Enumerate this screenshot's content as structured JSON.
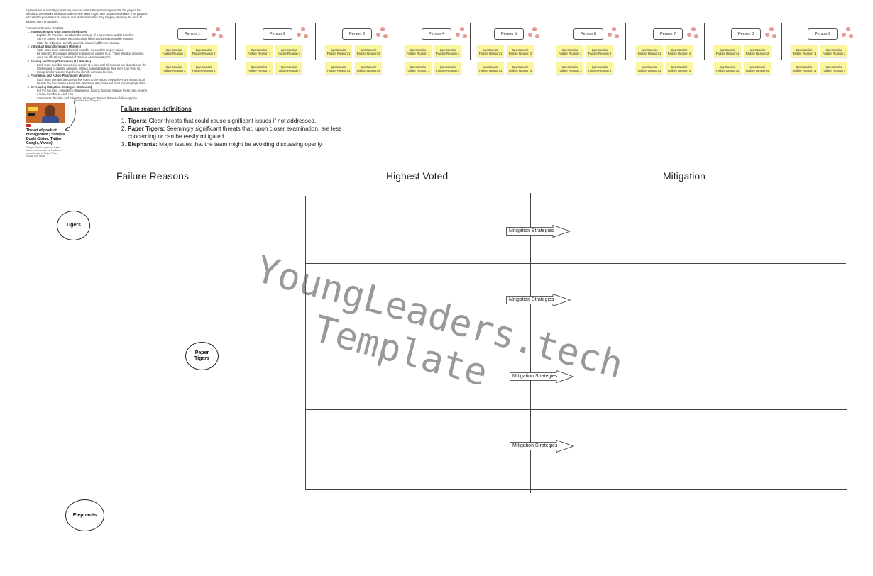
{
  "intro": {
    "paragraph": "A premortem is a strategic planning exercise where the team imagines that the project has failed and then works backward to determine what might have caused this failure. The purpose is to identify potential risks, issues, and obstacles before they happen, allowing the team to address them proactively.",
    "steps_title": "Premortem Session Template",
    "steps": [
      {
        "title": "Introduction and Goal Setting (5 Minutes)",
        "bullets": [
          "Explain the Premise: Introduce the concept of a premortem and its benefits.",
          "Set the Scene: Imagine the project has failed and identify possible reasons.",
          "State the Objective: Identify potential issues in different potential."
        ]
      },
      {
        "title": "Individual Brainstorming (5 Minutes)",
        "bullets": [
          "Task: Each team writes down all possible reasons for project failure.",
          "Be Specific: Encourage detailed and specific causes (e.g., \"Daily standup meetings were not effectively\" instead of \"Lack of communication\")."
        ]
      },
      {
        "title": "Sharing and Group Discussion (10 Minutes)",
        "bullets": [
          "Each team member shares one reason at a time until all reasons are shared. Use the Whiteboard to capture all points without pushing back on their merit Use Post Its. Group similar reasons together to identify common themes."
        ]
      },
      {
        "title": "Prioritizing and Action Planning (5 Minutes)",
        "bullets": [
          "Each team member allocates a few votes to the issues they believe are most critical.",
          "Identify the top-ranked issues and determine why these are most pressing/high risks."
        ]
      },
      {
        "title": "Developing Mitigation Strategies (5 Minutes)",
        "bullets": [
          "For the top risks, brainstorm strategies or actions that can mitigate these risks. Assign a team member to each risk.",
          "Summarize the risks and mitigation strategies. Ensure there's a follow-up plan."
        ]
      }
    ]
  },
  "persons": [
    {
      "name": "Person 1",
      "reasons": [
        "Spectacular Failure Reason 1",
        "Spectacular Failure Reason 2",
        "Spectacular Failure Reason 3",
        "Spectacular Failure Reason 4"
      ]
    },
    {
      "name": "Person 2",
      "reasons": [
        "Spectacular Failure Reason 1",
        "Spectacular Failure Reason 2",
        "Spectacular Failure Reason 3",
        "Spectacular Failure Reason 4"
      ]
    },
    {
      "name": "Person 3",
      "reasons": [
        "Spectacular Failure Reason 1",
        "Spectacular Failure Reason 2",
        "Spectacular Failure Reason 3",
        "Spectacular Failure Reason 4"
      ]
    },
    {
      "name": "Person 4",
      "reasons": [
        "Spectacular Failure Reason 1",
        "Spectacular Failure Reason 2",
        "Spectacular Failure Reason 3",
        "Spectacular Failure Reason 4"
      ]
    },
    {
      "name": "Person 5",
      "reasons": [
        "Spectacular Failure Reason 1",
        "Spectacular Failure Reason 2",
        "Spectacular Failure Reason 3",
        "Spectacular Failure Reason 4"
      ]
    },
    {
      "name": "Person 6",
      "reasons": [
        "Spectacular Failure Reason 1",
        "Spectacular Failure Reason 2",
        "Spectacular Failure Reason 3",
        "Spectacular Failure Reason 4"
      ]
    },
    {
      "name": "Person 7",
      "reasons": [
        "Spectacular Failure Reason 1",
        "Spectacular Failure Reason 2",
        "Spectacular Failure Reason 3",
        "Spectacular Failure Reason 4"
      ]
    },
    {
      "name": "Person 8",
      "reasons": [
        "Spectacular Failure Reason 1",
        "Spectacular Failure Reason 2",
        "Spectacular Failure Reason 3",
        "Spectacular Failure Reason 4"
      ]
    },
    {
      "name": "Person 9",
      "reasons": [
        "Spectacular Failure Reason 1",
        "Spectacular Failure Reason 2",
        "Spectacular Failure Reason 3",
        "Spectacular Failure Reason 4"
      ]
    }
  ],
  "video": {
    "title": "The art of product management | Shreyas Doshi (Stripe, Twitter, Google, Yahoo)",
    "description": "Shreyas Doshi is a product leader, advisor and investor. He has been a product leader at Stripe, Twitter, Google and Yahoo.",
    "note": "Inspiration from Shreyas D."
  },
  "definitions": {
    "title": "Failure reason definitions",
    "items": [
      {
        "term": "Tigers:",
        "text": "Clear threats that could cause significant issues if not addressed."
      },
      {
        "term": "Paper Tigers:",
        "text": "Seemingly significant threats that, upon closer examination, are less concerning or can be easily mitigated."
      },
      {
        "term": "Elephants:",
        "text": "Major issues that the team might be avoiding discussing openly."
      }
    ]
  },
  "headers": {
    "failure_reasons": "Failure Reasons",
    "highest_voted": "Highest Voted",
    "mitigation": "Mitigation"
  },
  "categories": {
    "tigers": "Tigers",
    "paper_tigers_line1": "Paper",
    "paper_tigers_line2": "Tigers",
    "elephants": "Elephants"
  },
  "arrows": [
    "Mitigation Strategies",
    "Mitigation Strategies",
    "Mitigation Strategies",
    "Mitigation Strategies"
  ],
  "watermark": {
    "line1": "YoungLeaders.tech",
    "line2": "Template"
  },
  "colors": {
    "sticky": "#fbf59b",
    "vote_dot": "#e59a93"
  }
}
